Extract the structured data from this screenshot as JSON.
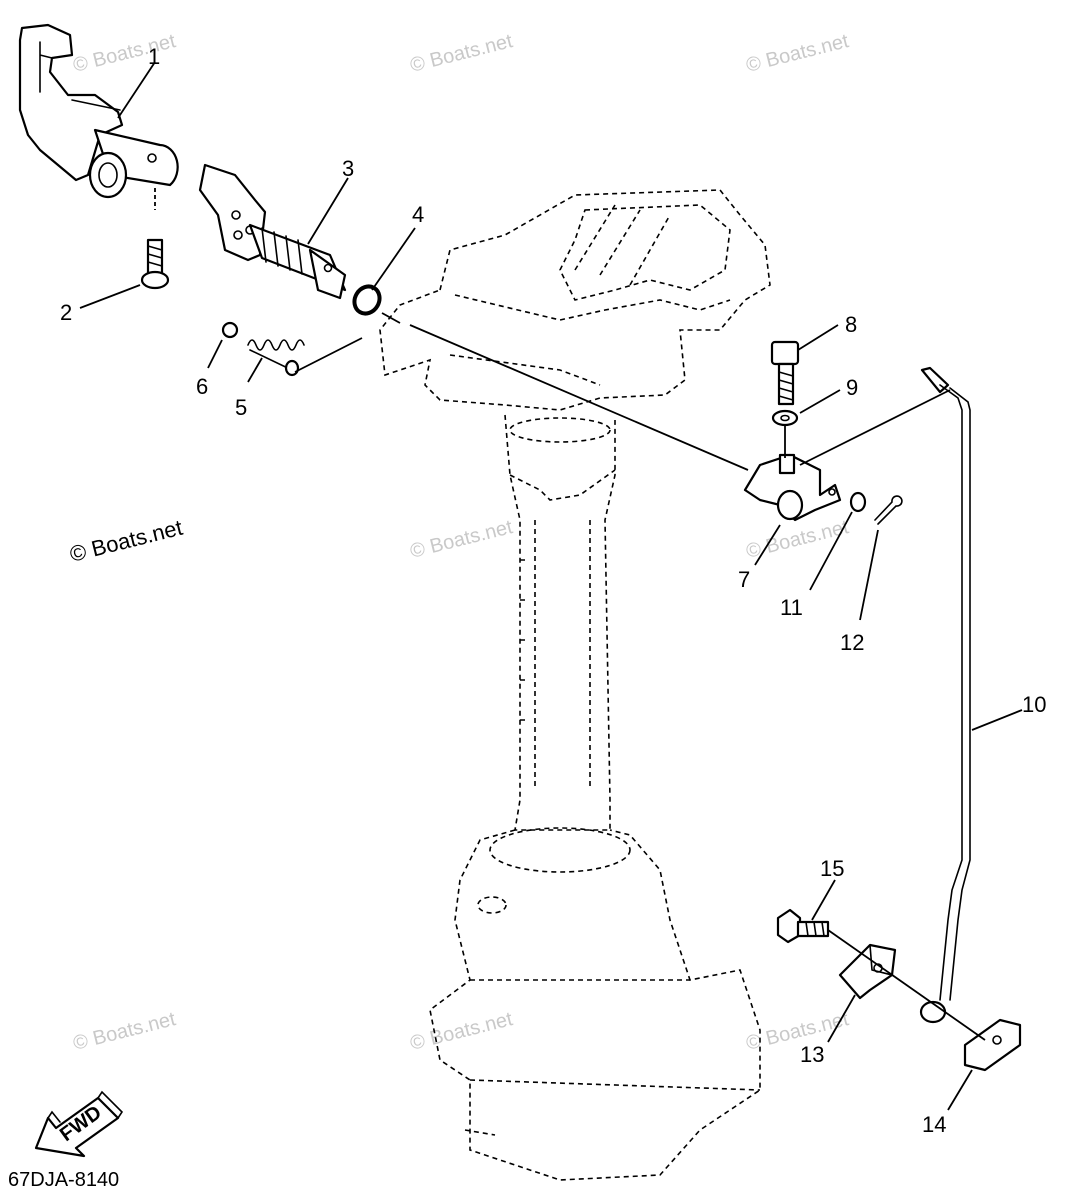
{
  "drawing_code": "67DJA-8140",
  "fwd_label": "FWD",
  "watermark_text": "© Boats.net",
  "watermarks_light": [
    "© Boats.net",
    "© Boats.net",
    "© Boats.net",
    "© Boats.net",
    "© Boats.net",
    "© Boats.net",
    "© Boats.net",
    "© Boats.net",
    "© Boats.net"
  ],
  "callouts": [
    "1",
    "2",
    "3",
    "4",
    "5",
    "6",
    "7",
    "8",
    "9",
    "10",
    "11",
    "12",
    "13",
    "14",
    "15"
  ],
  "colors": {
    "line": "#000000",
    "watermark": "#c9c9c9",
    "background": "#ffffff"
  }
}
